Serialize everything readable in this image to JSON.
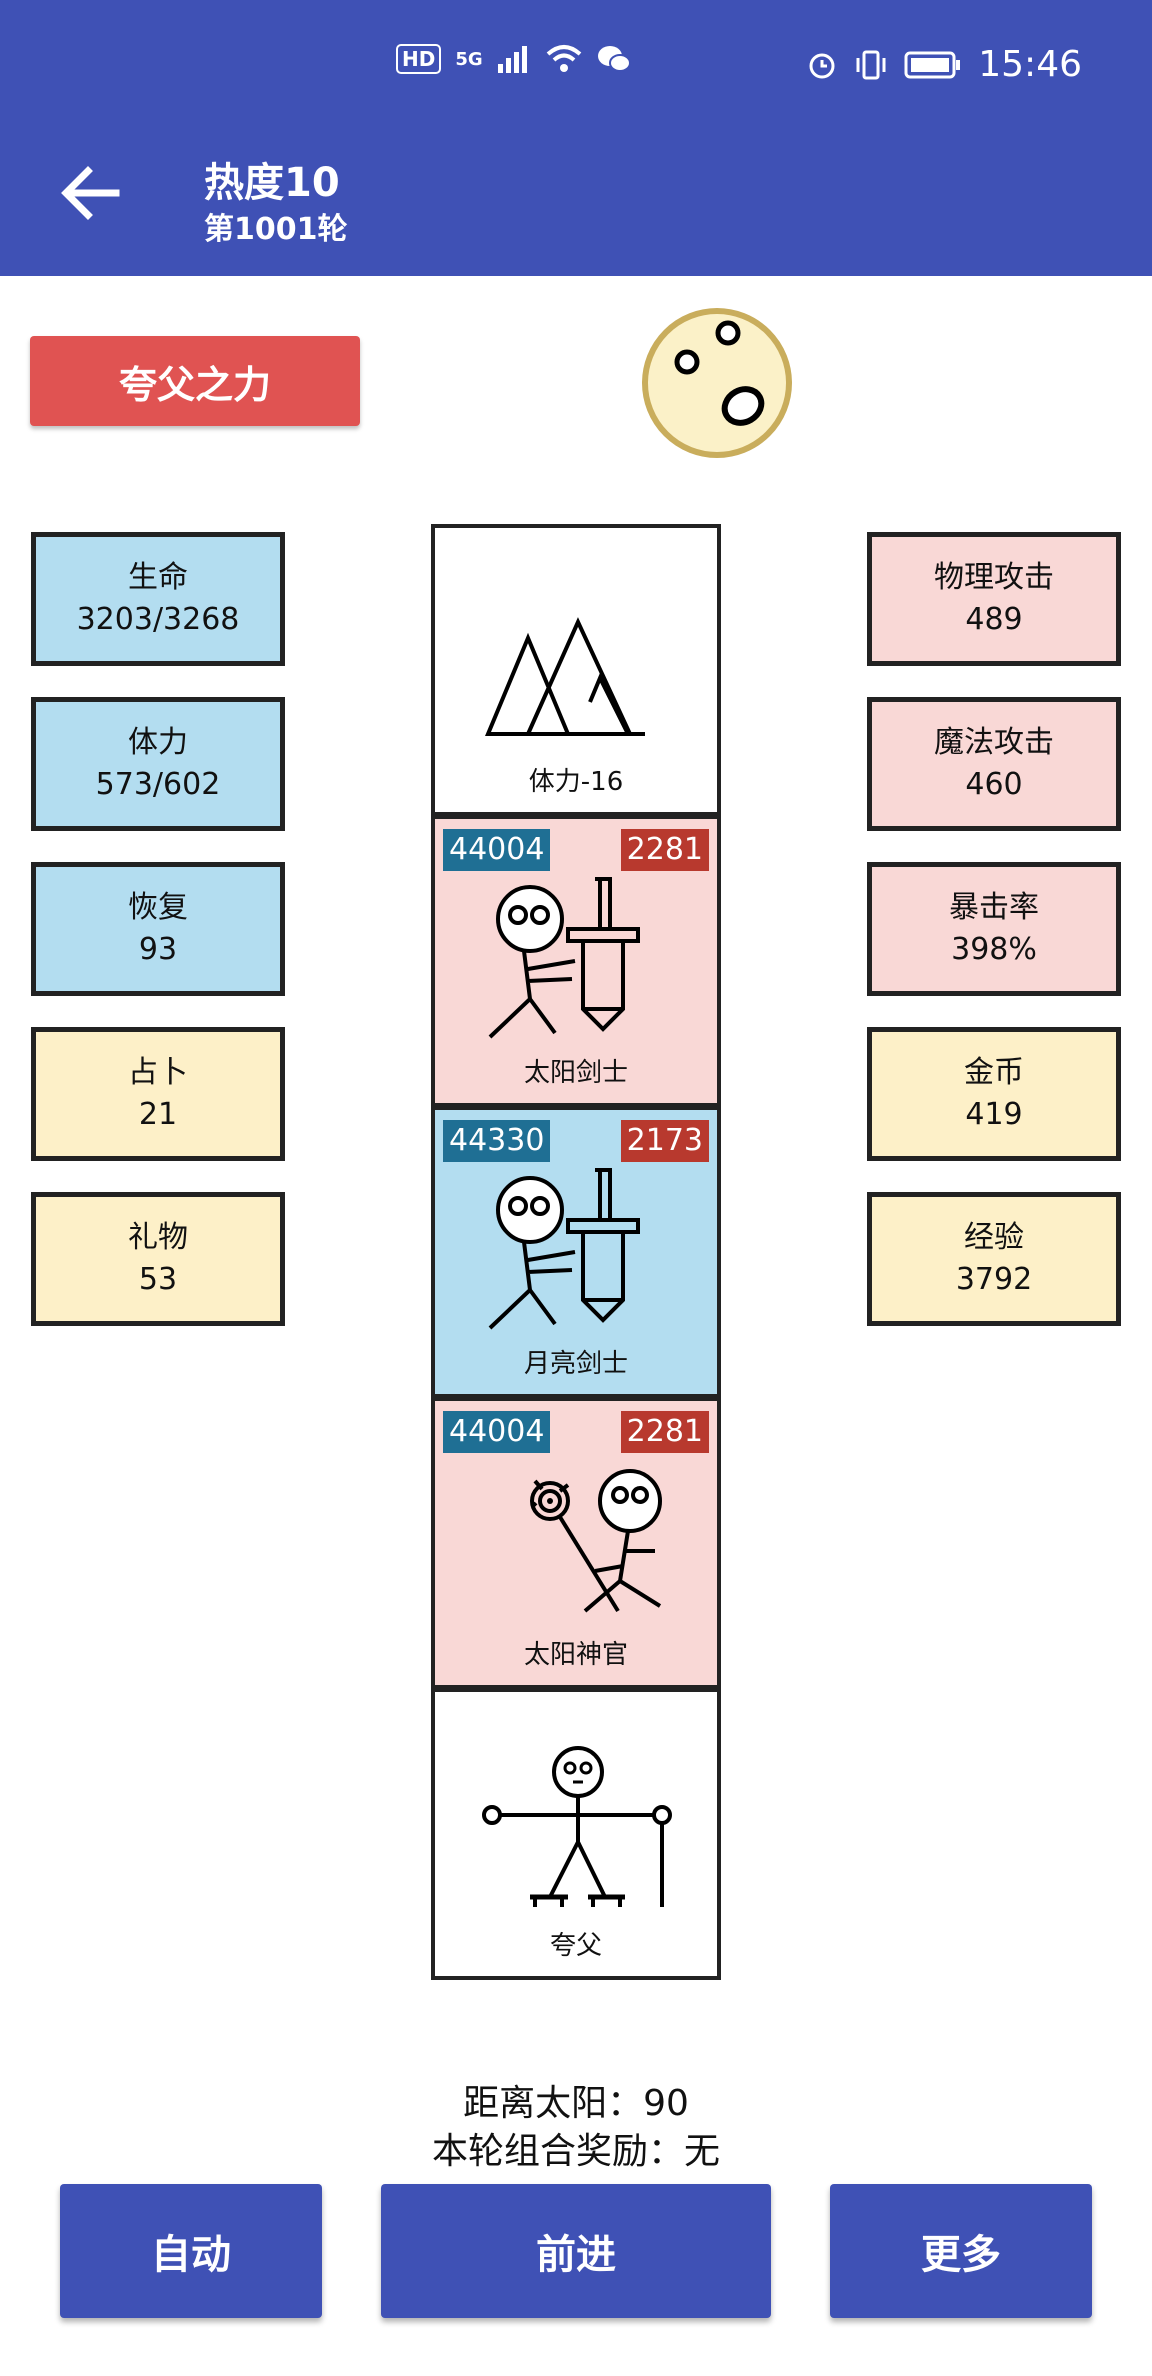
{
  "status_bar": {
    "hd": "HD",
    "network": "5G",
    "time": "15:46"
  },
  "header": {
    "title": "热度10",
    "subtitle": "第1001轮"
  },
  "power_button": "夸父之力",
  "left_stats": [
    {
      "label": "生命",
      "value": "3203/3268",
      "color": "#b3ddf0"
    },
    {
      "label": "体力",
      "value": "573/602",
      "color": "#b3ddf0"
    },
    {
      "label": "恢复",
      "value": "93",
      "color": "#b3ddf0"
    },
    {
      "label": "占卜",
      "value": "21",
      "color": "#fdf0c8"
    },
    {
      "label": "礼物",
      "value": "53",
      "color": "#fdf0c8"
    }
  ],
  "right_stats": [
    {
      "label": "物理攻击",
      "value": "489",
      "color": "#f9d8d6"
    },
    {
      "label": "魔法攻击",
      "value": "460",
      "color": "#f9d8d6"
    },
    {
      "label": "暴击率",
      "value": "398%",
      "color": "#f9d8d6"
    },
    {
      "label": "金币",
      "value": "419",
      "color": "#fdf0c8"
    },
    {
      "label": "经验",
      "value": "3792",
      "color": "#fdf0c8"
    }
  ],
  "cards": [
    {
      "label": "体力-16",
      "icon": "mountain-icon",
      "color": "#ffffff"
    },
    {
      "label": "太阳剑士",
      "hp": "44004",
      "atk": "2281",
      "icon": "swordsman-icon",
      "color": "#f9d8d6"
    },
    {
      "label": "月亮剑士",
      "hp": "44330",
      "atk": "2173",
      "icon": "swordsman-icon",
      "color": "#b3ddf0"
    },
    {
      "label": "太阳神官",
      "hp": "44004",
      "atk": "2281",
      "icon": "priest-icon",
      "color": "#f9d8d6"
    },
    {
      "label": "夸父",
      "icon": "kuafu-icon",
      "color": "#ffffff"
    }
  ],
  "info": {
    "distance": "距离太阳：90",
    "bonus": "本轮组合奖励：无"
  },
  "buttons": {
    "auto": "自动",
    "forward": "前进",
    "more": "更多"
  },
  "colors": {
    "primary": "#3f51b5",
    "power": "#e05352",
    "hp_badge": "#1f6f94",
    "atk_badge": "#b8392e"
  }
}
